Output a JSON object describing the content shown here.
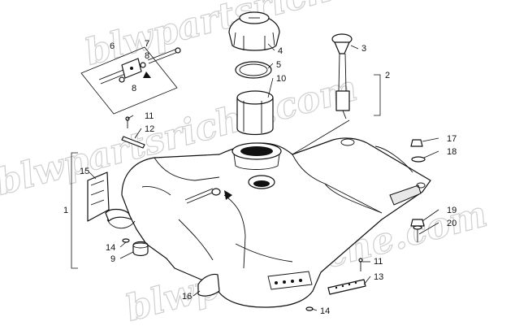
{
  "watermark": {
    "line_top": "blwpartsriche.com",
    "line_mid": "blwpartsriche.com",
    "line_low": "blwpartsriche.com"
  },
  "callouts": [
    {
      "id": "c1",
      "label": "1"
    },
    {
      "id": "c2",
      "label": "2"
    },
    {
      "id": "c3",
      "label": "3"
    },
    {
      "id": "c4",
      "label": "4"
    },
    {
      "id": "c5",
      "label": "5"
    },
    {
      "id": "c6",
      "label": "6"
    },
    {
      "id": "c7",
      "label": "7"
    },
    {
      "id": "c8a",
      "label": "8"
    },
    {
      "id": "c8b",
      "label": "8"
    },
    {
      "id": "c9",
      "label": "9"
    },
    {
      "id": "c10",
      "label": "10"
    },
    {
      "id": "c11a",
      "label": "11"
    },
    {
      "id": "c11b",
      "label": "11"
    },
    {
      "id": "c12",
      "label": "12"
    },
    {
      "id": "c13",
      "label": "13"
    },
    {
      "id": "c14a",
      "label": "14"
    },
    {
      "id": "c14b",
      "label": "14"
    },
    {
      "id": "c15",
      "label": "15"
    },
    {
      "id": "c16",
      "label": "16"
    },
    {
      "id": "c17",
      "label": "17"
    },
    {
      "id": "c18",
      "label": "18"
    },
    {
      "id": "c19",
      "label": "19"
    },
    {
      "id": "c20",
      "label": "20"
    }
  ]
}
